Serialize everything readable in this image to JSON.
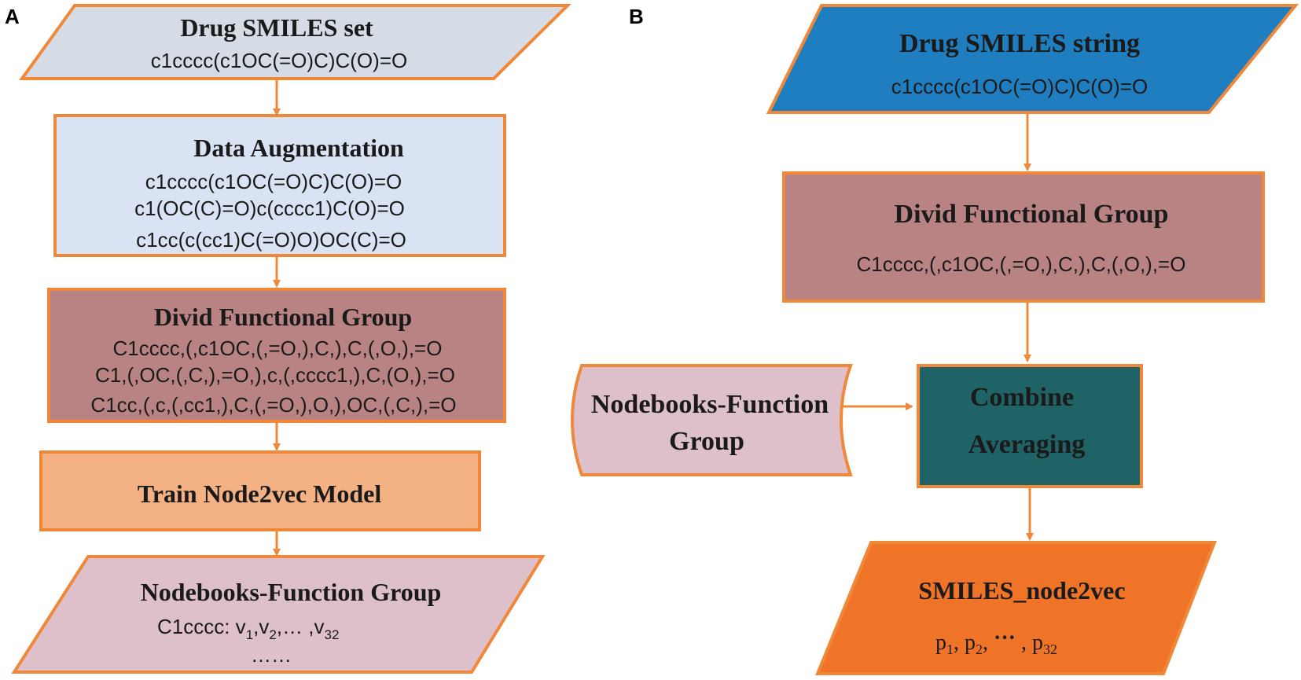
{
  "panel_a": {
    "label": "A",
    "smiles_set": {
      "title": "Drug SMILES set",
      "line1": "c1cccc(c1OC(=O)C)C(O)=O"
    },
    "augmentation": {
      "title": "Data Augmentation",
      "lines": [
        "c1cccc(c1OC(=O)C)C(O)=O",
        "c1(OC(C)=O)c(cccc1)C(O)=O",
        "c1cc(c(cc1)C(=O)O)OC(C)=O"
      ]
    },
    "functional_group": {
      "title": "Divid Functional Group",
      "lines": [
        "C1cccc,(,c1OC,(,=O,),C,),C,(,O,),=O",
        "C1,(,OC,(,C,),=O,),c,(,cccc1,),C,(O,),=O",
        "C1cc,(,c,(,cc1,),C,(,=O,),O,),OC,(,C,),=O"
      ]
    },
    "train": {
      "title": "Train Node2vec Model"
    },
    "nodebooks": {
      "title": "Nodebooks-Function Group",
      "line_prefix": "C1cccc: v",
      "sub1": "1",
      "mid1": ",v",
      "sub2": "2",
      "mid2": ",… ,v",
      "sub3": "32",
      "ellipsis": "……"
    }
  },
  "panel_b": {
    "label": "B",
    "smiles_string": {
      "title": "Drug SMILES string",
      "line1": "c1cccc(c1OC(=O)C)C(O)=O"
    },
    "functional_group": {
      "title": "Divid Functional Group",
      "line1": "C1cccc,(,c1OC,(,=O,),C,),C,(,O,),=O"
    },
    "nodebooks": {
      "line1": "Nodebooks-Function",
      "line2": "Group"
    },
    "combine": {
      "line1": "Combine",
      "line2": "Averaging"
    },
    "output": {
      "title": "SMILES_node2vec",
      "p": "p",
      "s1": "1",
      "sep1": ", p",
      "s2": "2",
      "sep2": ", ",
      "dots": "···",
      "sep3": "  , p",
      "s3": "32"
    }
  },
  "colors": {
    "stroke": "#F0883A",
    "smiles_set_fill": "#D6DCE5",
    "augmentation_fill": "#DAE3F3",
    "functional_fill": "#B98383",
    "train_fill": "#F4B183",
    "nodebooks_fill": "#DDC0CA",
    "blue_fill": "#1F7EBF",
    "teal_fill": "#1F6366",
    "orange_fill": "#F07428"
  }
}
